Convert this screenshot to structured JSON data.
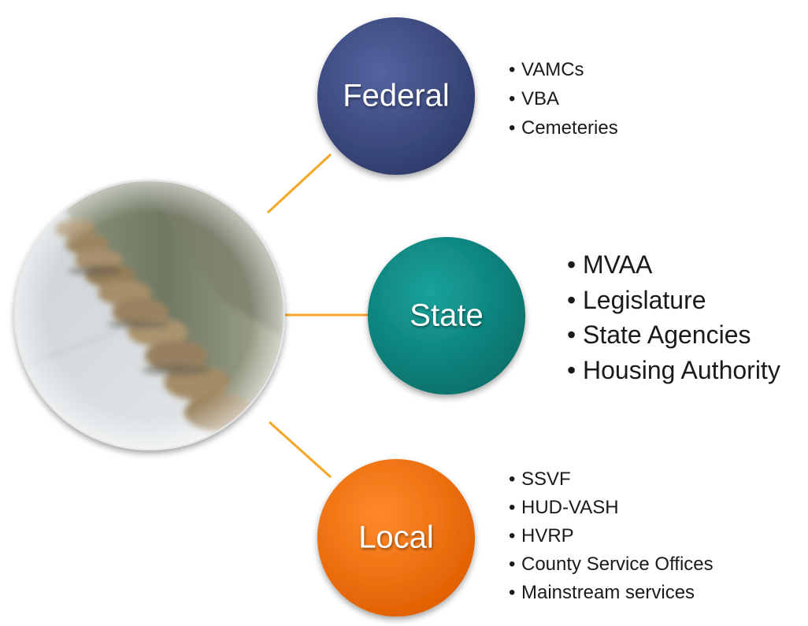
{
  "nodes": {
    "federal": {
      "label": "Federal",
      "color": "#3a4a7e",
      "items": [
        "VAMCs",
        "VBA",
        "Cemeteries"
      ]
    },
    "state": {
      "label": "State",
      "color": "#0e8a84",
      "items": [
        "MVAA",
        "Legislature",
        "State Agencies",
        "Housing Authority"
      ]
    },
    "local": {
      "label": "Local",
      "color": "#f46e0a",
      "items": [
        "SSVF",
        "HUD-VASH",
        "HVRP",
        "County Service Offices",
        "Mainstream services"
      ]
    }
  },
  "connector_color": "#f5a623",
  "center_image": "boots-photo"
}
